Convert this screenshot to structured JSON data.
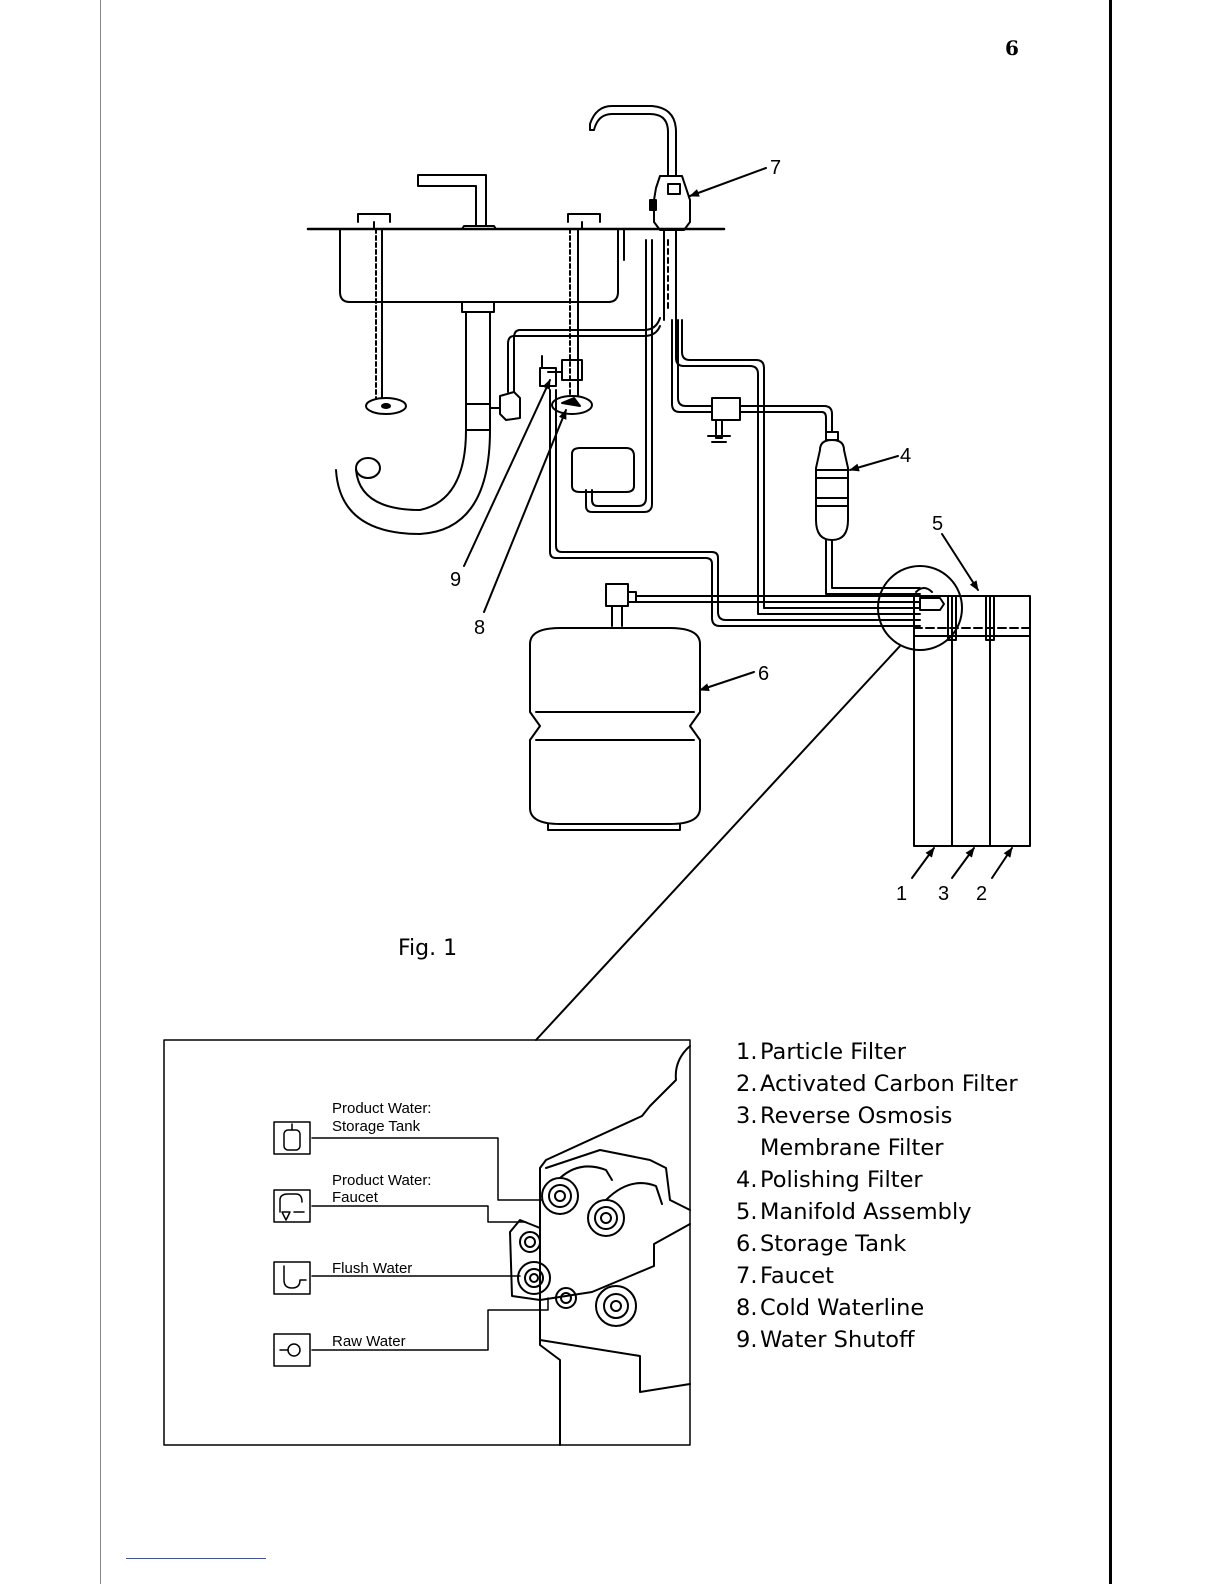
{
  "page": {
    "number": "6"
  },
  "figure": {
    "caption": "Fig. 1"
  },
  "callouts": [
    "7",
    "4",
    "5",
    "9",
    "8",
    "6",
    "1",
    "3",
    "2"
  ],
  "inset": {
    "ports": [
      {
        "label_line1": "Product Water:",
        "label_line2": "Storage Tank",
        "icon": "storage-tank-icon"
      },
      {
        "label_line1": "Product Water:",
        "label_line2": "Faucet",
        "icon": "faucet-icon"
      },
      {
        "label_line1": "Flush Water",
        "label_line2": "",
        "icon": "drain-trap-icon"
      },
      {
        "label_line1": "Raw Water",
        "label_line2": "",
        "icon": "supply-valve-icon"
      }
    ]
  },
  "legend": [
    {
      "num": "1.",
      "text": "Particle Filter"
    },
    {
      "num": "2.",
      "text": "Activated Carbon Filter"
    },
    {
      "num": "3.",
      "text": "Reverse Osmosis Membrane Filter"
    },
    {
      "num": "4.",
      "text": "Polishing Filter"
    },
    {
      "num": "5.",
      "text": "Manifold Assembly"
    },
    {
      "num": "6.",
      "text": "Storage Tank"
    },
    {
      "num": "7.",
      "text": "Faucet"
    },
    {
      "num": "8.",
      "text": "Cold Waterline"
    },
    {
      "num": "9.",
      "text": "Water Shutoff"
    }
  ]
}
